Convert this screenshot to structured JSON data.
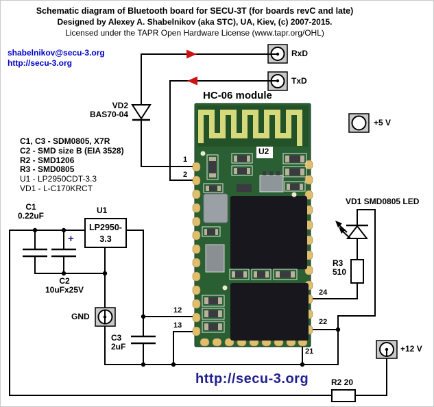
{
  "title": {
    "line1": "Schematic diagram of Bluetooth board for SECU-3T (for boards revC and late)",
    "line2": "Designed by Alexey A. Shabelnikov (aka STC), UA, Kiev, (c) 2007-2015.",
    "line3": "Licensed under the TAPR Open Hardware License (www.tapr.org/OHL)"
  },
  "links": {
    "email": "shabelnikov@secu-3.org",
    "site": "http://secu-3.org",
    "footer": "http://secu-3.org"
  },
  "notes": {
    "items": [
      "C1, C3 - SDM0805, X7R",
      "C2 - SMD size B (EIA 3528)",
      "R2 - SMD1206",
      "R3 - SMD0805",
      "U1 - LP2950CDT-3.3",
      "VD1 - L-C170KRCT"
    ]
  },
  "components": {
    "vd2": {
      "ref": "VD2",
      "value": "BAS70-04"
    },
    "c1": {
      "ref": "C1",
      "value": "0.22uF"
    },
    "c2": {
      "ref": "C2",
      "value": "10uFx25V",
      "polarity": "+"
    },
    "c3": {
      "ref": "C3",
      "value": "2uF"
    },
    "u1": {
      "ref": "U1",
      "value_line1": "LP2950-",
      "value_line2": "3.3"
    },
    "r2": {
      "label": "R2  20"
    },
    "r3": {
      "ref": "R3",
      "value": "510"
    },
    "vd1": {
      "label": "VD1  SMD0805 LED"
    },
    "module": {
      "name": "HC-06 module",
      "u2": "U2"
    }
  },
  "terminals": {
    "rxd": "RxD",
    "txd": "TxD",
    "p5v": "+5 V",
    "gnd": "GND",
    "p12v": "+12 V"
  },
  "pins": {
    "p1": "1",
    "p2": "2",
    "p12": "12",
    "p13": "13",
    "p21": "21",
    "p22": "22",
    "p24": "24"
  },
  "colors": {
    "link_blue": "#0000c8",
    "footer_navy": "#20208e",
    "arrow_red": "#cc1414",
    "terminal_gray": "#c9c9c9",
    "pcb_green": "#2a5e33",
    "antenna_gold": "#d6d87c",
    "pad_gold": "#dfbe6e",
    "chip_dark": "#17171d"
  }
}
